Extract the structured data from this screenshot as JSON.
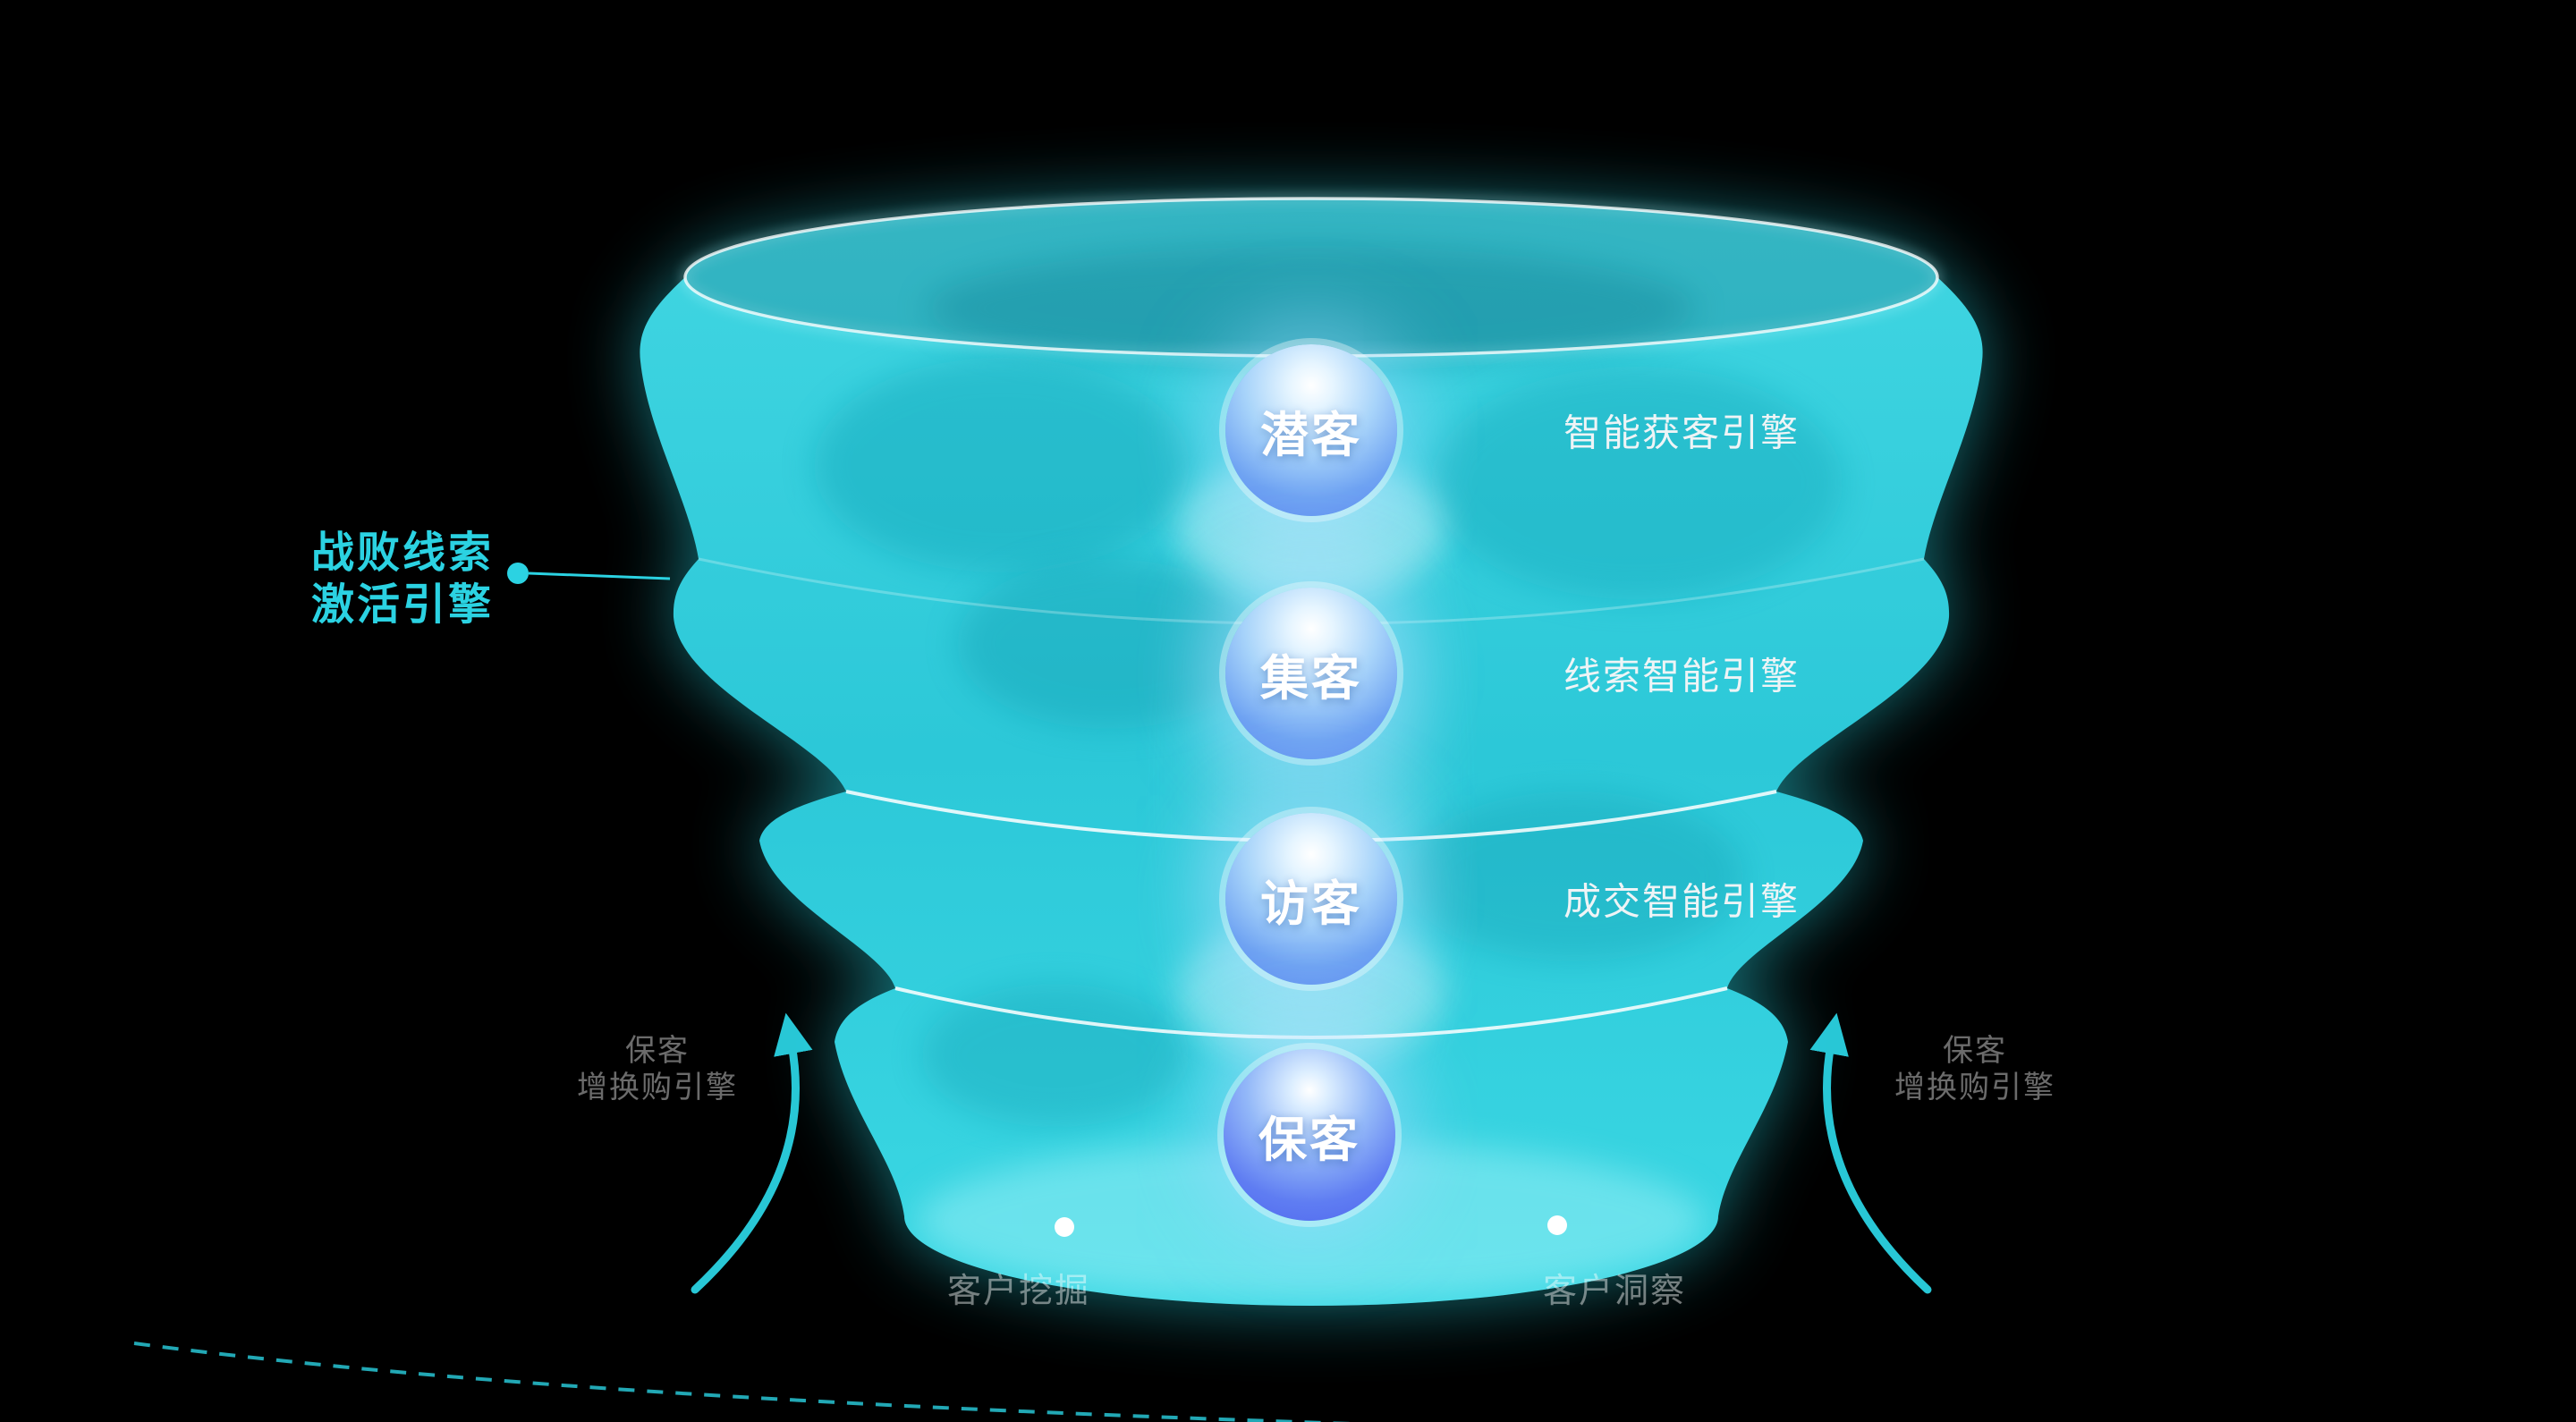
{
  "stages": [
    {
      "label": "潜客"
    },
    {
      "label": "集客"
    },
    {
      "label": "访客"
    },
    {
      "label": "保客"
    }
  ],
  "engines": [
    {
      "label": "智能获客引擎"
    },
    {
      "label": "线索智能引擎"
    },
    {
      "label": "成交智能引擎"
    }
  ],
  "left_callout": {
    "line1": "战败线索",
    "line2": "激活引擎"
  },
  "retention_left": {
    "line1": "保客",
    "line2": "增换购引擎"
  },
  "retention_right": {
    "line1": "保客",
    "line2": "增换购引擎"
  },
  "bottom_labels": {
    "left": "客户挖掘",
    "right": "客户洞察"
  },
  "colors": {
    "background": "#000000",
    "funnel_cyan": "#2fcedd",
    "accent_cyan": "#2bd2e2",
    "sphere_blue": "#5d8af0",
    "deep_sphere_blue": "#4f66ee",
    "white_text": "#f2f7f8",
    "muted_text": "#9aa4a8"
  }
}
